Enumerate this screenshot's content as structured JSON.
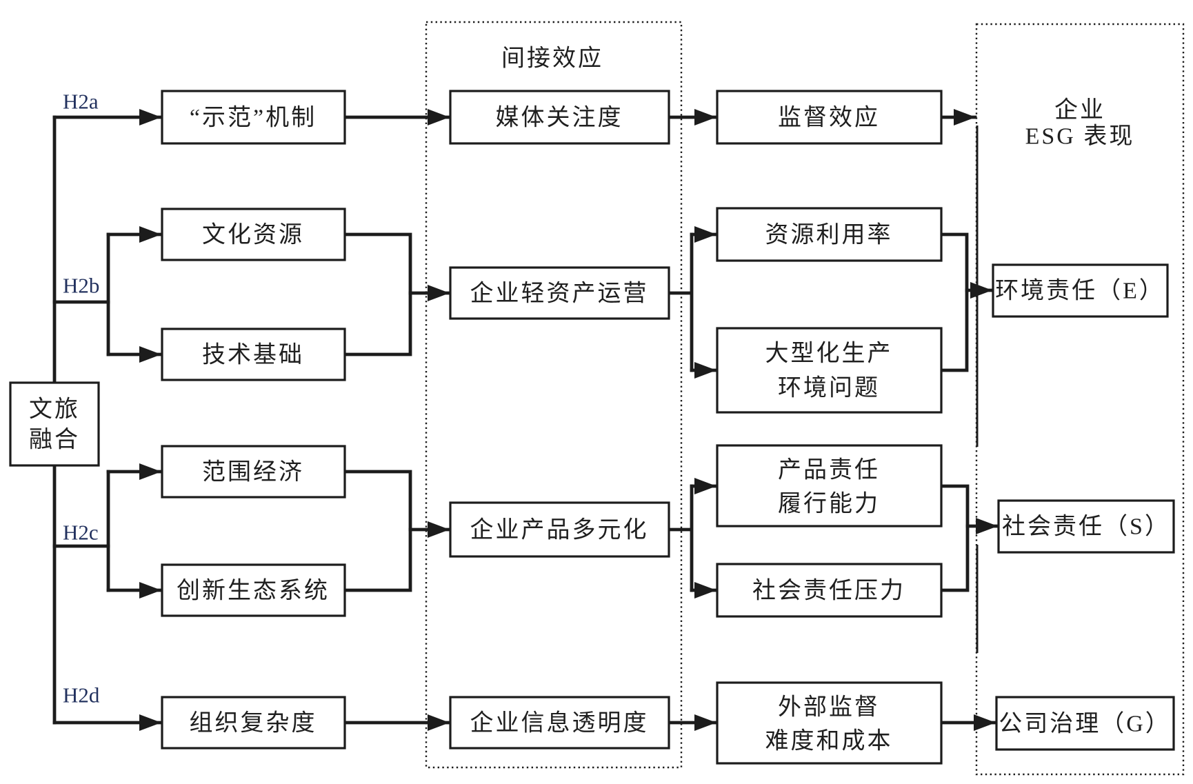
{
  "colors": {
    "background": "#ffffff",
    "line": "#1c1c1c",
    "text": "#1f1f1f",
    "hypothesis_label": "#22315e"
  },
  "nodes": {
    "integration": {
      "line1": "文旅",
      "line2": "融合"
    },
    "h2a": "H2a",
    "h2b": "H2b",
    "h2c": "H2c",
    "h2d": "H2d",
    "demonstration": "“示范”机制",
    "cultural_resources": "文化资源",
    "technical_foundation": "技术基础",
    "economies_of_scope": "范围经济",
    "innovation_ecosystem": "创新生态系统",
    "organizational_complexity": "组织复杂度",
    "indirect_title": "间接效应",
    "media_attention": "媒体关注度",
    "asset_light": "企业轻资产运营",
    "product_diversification": "企业产品多元化",
    "info_transparency": "企业信息透明度",
    "supervision_effect": "监督效应",
    "resource_utilization": "资源利用率",
    "large_scale": {
      "line1": "大型化生产",
      "line2": "环境问题"
    },
    "product_responsibility": {
      "line1": "产品责任",
      "line2": "履行能力"
    },
    "sr_pressure": "社会责任压力",
    "external_supervision": {
      "line1": "外部监督",
      "line2": "难度和成本"
    },
    "esg_title": {
      "line1": "企业",
      "line2": "ESG 表现"
    },
    "env_e": "环境责任（E）",
    "social_s": "社会责任（S）",
    "gov_g": "公司治理（G）"
  }
}
